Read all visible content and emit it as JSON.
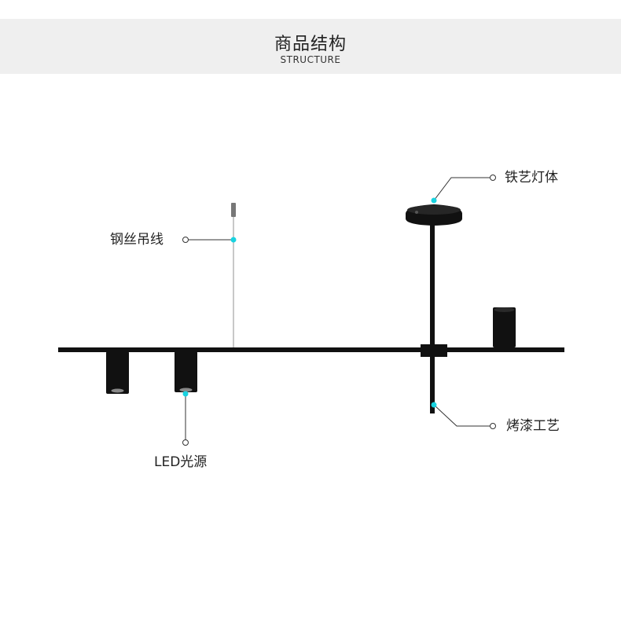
{
  "header": {
    "title": "商品结构",
    "subtitle": "STRUCTURE"
  },
  "callouts": {
    "steel_wire": "钢丝吊线",
    "iron_body": "铁艺灯体",
    "baking_paint": "烤漆工艺",
    "led_source": "LED光源"
  },
  "colors": {
    "header_bg": "#efefef",
    "accent_dot": "#19d3e0",
    "fixture": "#111111"
  }
}
